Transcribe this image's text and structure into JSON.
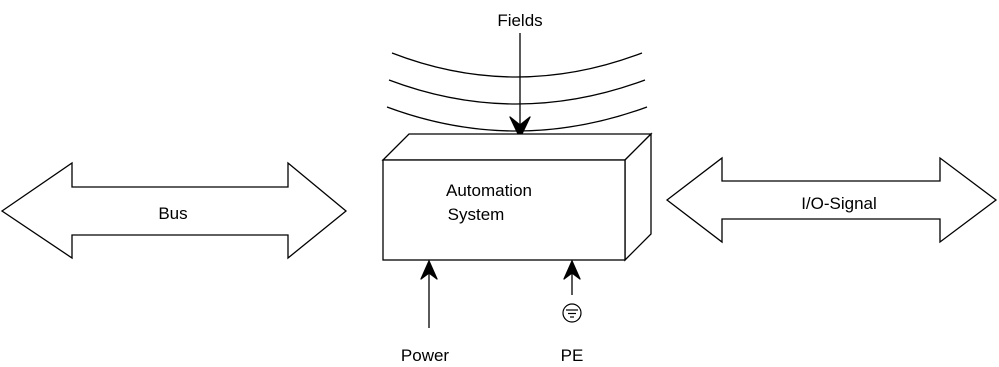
{
  "labels": {
    "fields": "Fields",
    "bus": "Bus",
    "system_line1": "Automation",
    "system_line2": "System",
    "io_signal": "I/O-Signal",
    "power": "Power",
    "pe": "PE"
  },
  "icons": {
    "pe": "ground-icon"
  },
  "colors": {
    "stroke": "#000000",
    "background": "#ffffff"
  }
}
